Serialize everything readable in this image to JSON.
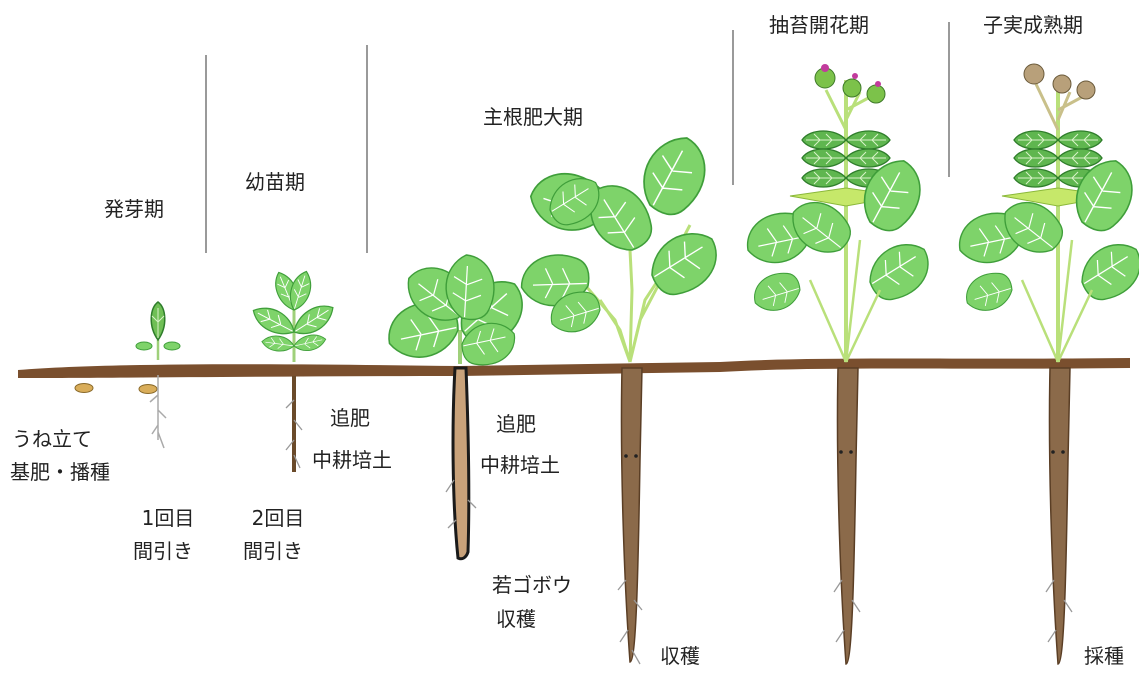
{
  "stages": [
    {
      "name": "発芽期"
    },
    {
      "name": "幼苗期"
    },
    {
      "name": "主根肥大期"
    },
    {
      "name": "抽苔開花期"
    },
    {
      "name": "子実成熟期"
    }
  ],
  "operations": {
    "ridge": "うね立て",
    "fertilize_sow": "基肥・播種",
    "thin1_count": "1回目",
    "thin1_label": "間引き",
    "thin2_count": "2回目",
    "thin2_label": "間引き",
    "topdress1": "追肥",
    "cultivate1": "中耕培土",
    "topdress2": "追肥",
    "cultivate2": "中耕培土",
    "young_harvest_1": "若ゴボウ",
    "young_harvest_2": "収穫",
    "harvest": "収穫",
    "seed_collect": "採種"
  },
  "colors": {
    "soil": "#7a4f2e",
    "root": "#8b6a4a",
    "leaf": "#7ed36a",
    "leaf_dark": "#3f9e3a",
    "stem": "#b9e07a",
    "flower": "#c23b9d",
    "divider": "#9a9a9a"
  }
}
